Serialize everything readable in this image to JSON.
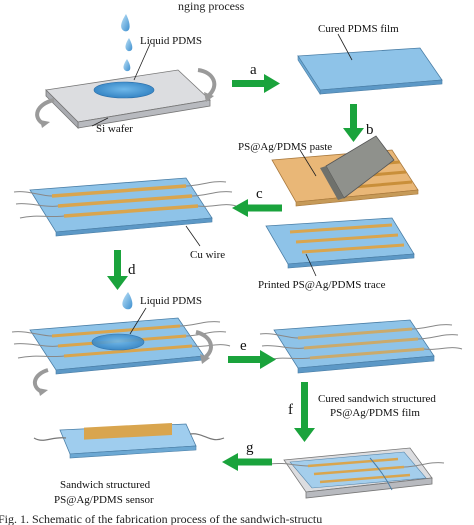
{
  "header_text": "nging process",
  "footer_text": "Fig. 1. Schematic of the fabrication process of the sandwich-structu",
  "labels": {
    "liquid_pdms_1": "Liquid PDMS",
    "si_wafer": "Si wafer",
    "cured_pdms_film": "Cured PDMS film",
    "paste": "PS@Ag/PDMS paste",
    "cu_wire": "Cu wire",
    "printed_trace": "Printed PS@Ag/PDMS trace",
    "liquid_pdms_2": "Liquid PDMS",
    "cured_sandwich_1": "Cured sandwich structured",
    "cured_sandwich_2": "PS@Ag/PDMS film",
    "sensor_1": "Sandwich structured",
    "sensor_2": "PS@Ag/PDMS sensor"
  },
  "steps": {
    "a": "a",
    "b": "b",
    "c": "c",
    "d": "d",
    "e": "e",
    "f": "f",
    "g": "g"
  },
  "colors": {
    "arrow_green": "#1aa33c",
    "pdms_blue": "#8ec3e8",
    "silver": "#e4e6ea",
    "trace_gold": "#d9a54e",
    "drop_blue": "#4a9fd8"
  }
}
